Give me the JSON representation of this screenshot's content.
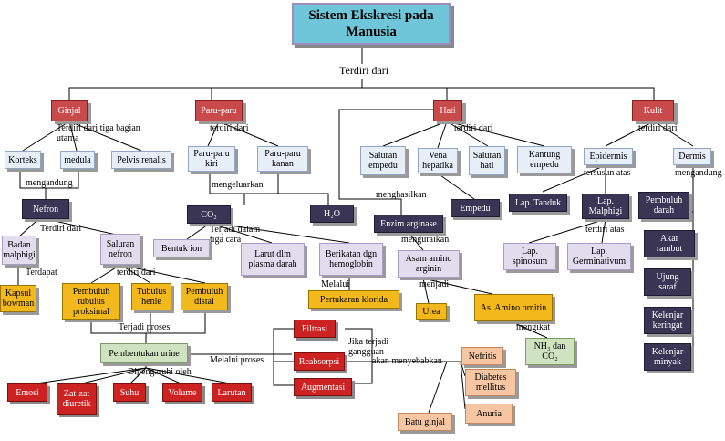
{
  "title": "Sistem Ekskresi pada Manusia",
  "labels": {
    "terdiri_dari": "Terdiri dari",
    "terdiri_tiga": "Terdiri dari tiga bagian utama",
    "paru_terdiri": "terdiri dari",
    "hati_terdiri": "terdiri dari",
    "kulit_terdiri": "terdiri dari",
    "mengandung": "mengandung",
    "mengeluarkan": "mengeluarkan",
    "menghasilkan": "menghasilkan",
    "tersusun_atas": "tersusun atas",
    "mengandung2": "mengandung",
    "nefron_terdiri": "Terdiri dari",
    "terjadi_dalam": "Terjadi dalam tiga cara",
    "menguraikan": "menguraikan",
    "terdiri_atas": "terdiri atas",
    "terdapat": "Terdapat",
    "saluran_terdiri": "terdiri dari",
    "melalui": "Melalui",
    "menjadi": "menjadi",
    "mengikat": "mengikat",
    "terjadi_proses": "Terjadi proses",
    "melalui_proses": "Melalui proses",
    "jika_gangguan": "Jika terjadi gangguan",
    "akan_menyebabkan": "akan menyebabkan",
    "dipengaruhi": "Dipengaruhi  oleh"
  },
  "nodes": {
    "ginjal": "Ginjal",
    "paru": "Paru-paru",
    "hati": "Hati",
    "kulit": "Kulit",
    "korteks": "Korteks",
    "medula": "medula",
    "pelvis": "Pelvis renalis",
    "paru_kiri": "Paru-paru kiri",
    "paru_kanan": "Paru-paru kanan",
    "saluran_empedu": "Saluran empedu",
    "vena_hepatika": "Vena hepatika",
    "saluran_hati": "Saluran hati",
    "kantung_empedu": "Kantung empedu",
    "epidermis": "Epidermis",
    "dermis": "Dermis",
    "nefron": "Nefron",
    "co2": "CO₂",
    "h2o": "H₂O",
    "enzim": "Enzim arginase",
    "empedu": "Empedu",
    "lap_tanduk": "Lap. Tanduk",
    "lap_malphigi": "Lap. Malphigi",
    "pembuluh_darah": "Pembuluh darah",
    "akar_rambut": "Akar rambut",
    "ujung_saraf": "Ujung saraf",
    "kelenjar_keringat": "Kelenjar keringat",
    "kelenjar_minyak": "Kelenjar minyak",
    "badan_malphigi": "Badan malphigi",
    "saluran_nefron": "Saluran nefron",
    "bentuk_ion": "Bentuk ion",
    "larut_dlm": "Larut dlm plasma darah",
    "berikatan": "Berikatan dgn hemoglobin",
    "asam_amino": "Asam amino arginin",
    "lap_spinosum": "Lap. spinosum",
    "lap_germinativum": "Lap. Germinativum",
    "kapsul_bowman": "Kapsul bowman",
    "pembuluh_proksimal": "Pembuluh tubulus proksimal",
    "tubulus_henle": "Tubulus henle",
    "pembuluh_distal": "Pembuluh distal",
    "pertukaran_klorida": "Pertukaran klorida",
    "urea": "Urea",
    "asam_ornitin": "As. Amino ornitin",
    "nh3_co2": "NH₃ dan CO₂",
    "filtrasi": "Filtrasi",
    "reabsorpsi": "Reabsorpsi",
    "augmentasi": "Augmentasi",
    "pembentukan_urine": "Pembentukan urine",
    "nefritis": "Nefritis",
    "diabetes": "Diabetes mellitus",
    "anuria": "Anuria",
    "batu_ginjal": "Batu ginjal",
    "emosi": "Emosi",
    "zat_diuretik": "Zat-zat diuretik",
    "suhu": "Suhu",
    "volume": "Volume",
    "larutan": "Larutan"
  }
}
